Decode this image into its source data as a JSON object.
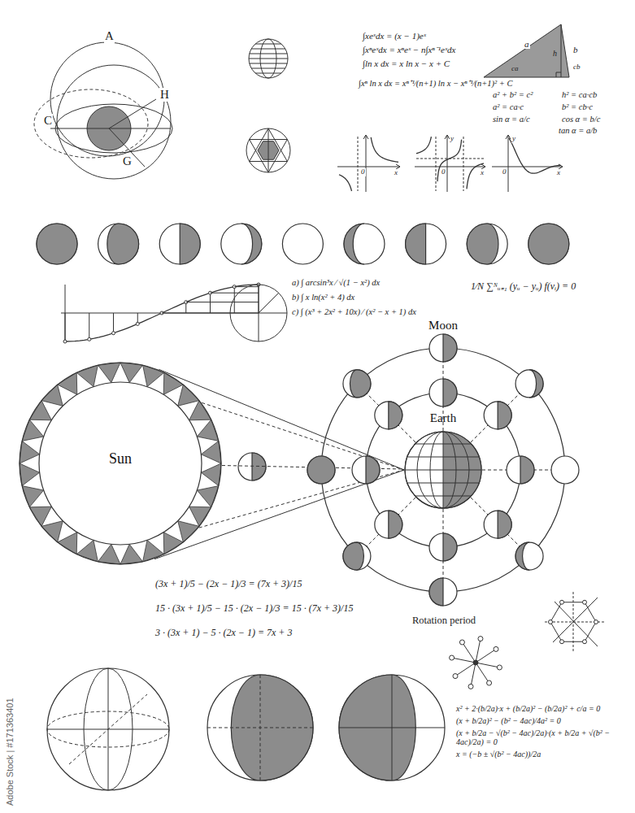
{
  "diagram": {
    "nodes": [
      {
        "text": [
          "Sun"
        ]
      },
      {
        "text": [
          "Moon"
        ]
      },
      {
        "text": [
          "Earth"
        ],
        "in": 1
      }
    ],
    "edges": [
      {
        "from": 0,
        "to": 2,
        "arrow": "none"
      }
    ],
    "labels": [
      "A",
      "C",
      "H",
      "G",
      "∫xeˣdx = (x − 1)eˣ",
      "∫xⁿeˣdx = xⁿeˣ − n∫xⁿ⁻¹eˣdx",
      "∫ln x dx = x ln x − x + C",
      "∫xⁿ ln x dx = xⁿ⁺¹⁄(n+1) ln x − xⁿ⁺¹⁄(n+1)² + C",
      "a",
      "b",
      "h",
      "ca",
      "cb",
      "a² + b² = c²",
      "h² = ca·cb",
      "a² = ca·c",
      "b² = cb·c",
      "sin α = a/c",
      "cos α = b/c",
      "tan α = a/b",
      "0",
      "x",
      "y",
      "x",
      "0",
      "y",
      "x",
      "0",
      "a) ∫ arcsin³x ⁄ √(1 − x²) dx",
      "b) ∫ x ln(x² + 4) dx",
      "c) ∫ (x³ + 2x² + 10x) ⁄ (x² − x + 1) dx",
      "1⁄N ∑ᴺᵤ₌₁ (yᵤ − yᵤ) f(vᵢ) = 0",
      "(3x + 1)/5 − (2x − 1)/3 = (7x + 3)/15",
      "15 · (3x + 1)/5 − 15 · (2x − 1)/3 = 15 · (7x + 3)/15",
      "3 · (3x + 1) − 5 · (2x − 1) = 7x + 3",
      "Rotation period",
      "x² + 2·(b/2a)·x + (b/2a)² − (b/2a)² + c/a = 0",
      "(x + b/2a)² − (b² − 4ac)/4a² = 0",
      "(x + b/2a − √(b² − 4ac)/2a)·(x + b/2a + √(b² − 4ac)/2a) = 0",
      "x = (−b ± √(b² − 4ac))/2a",
      "Adobe Stock | #171363401"
    ]
  }
}
